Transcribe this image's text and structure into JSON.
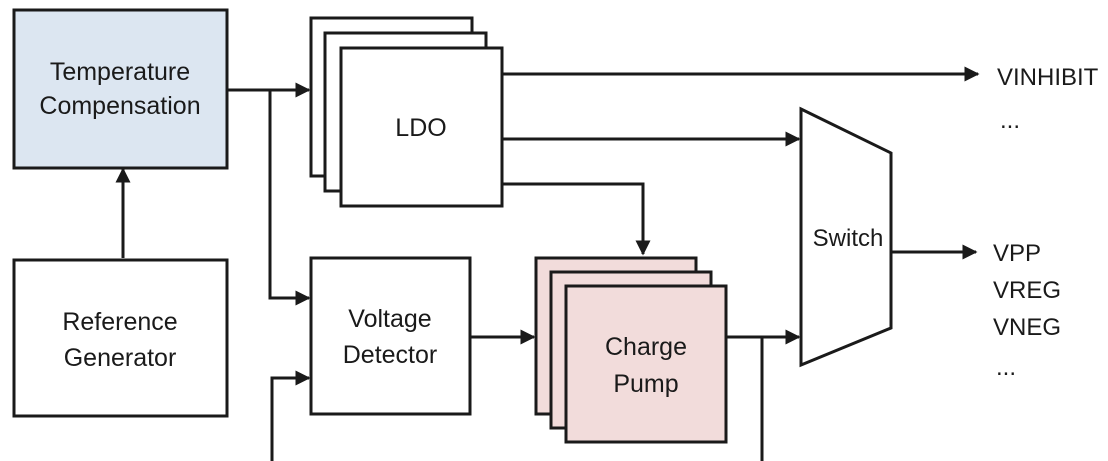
{
  "colors": {
    "line": "#1a1a1a",
    "temp_comp_fill": "#dce6f1",
    "charge_pump_fill": "#f2dcdb",
    "block_fill": "#ffffff"
  },
  "blocks": {
    "temperature_compensation": {
      "line1": "Temperature",
      "line2": "Compensation"
    },
    "reference_generator": {
      "line1": "Reference",
      "line2": "Generator"
    },
    "ldo": {
      "label": "LDO"
    },
    "voltage_detector": {
      "line1": "Voltage",
      "line2": "Detector"
    },
    "charge_pump": {
      "line1": "Charge",
      "line2": "Pump"
    },
    "switch": {
      "label": "Switch"
    }
  },
  "outputs": {
    "ldo_direct": [
      "VINHIBIT",
      "..."
    ],
    "switch": [
      "VPP",
      "VREG",
      "VNEG",
      "..."
    ]
  }
}
